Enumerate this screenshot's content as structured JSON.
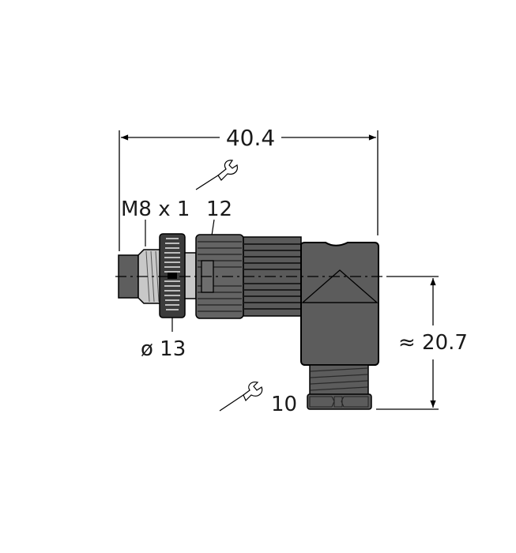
{
  "drawing": {
    "title": "Angled M8 connector dimension drawing",
    "dimensions": {
      "overall_length": "40.4",
      "thread": "M8 x 1",
      "wrench_size_nut": "12",
      "diameter": "ø 13",
      "height": "≈ 20.7",
      "wrench_size_gland": "10"
    },
    "icons": {
      "wrench_top": "wrench-icon",
      "wrench_bottom": "wrench-icon"
    },
    "colors": {
      "line": "#000000",
      "dark_body": "#5a5a5a",
      "mid_body": "#6e6e6e",
      "light_metal": "#c8c8c8",
      "background": "#ffffff"
    }
  }
}
